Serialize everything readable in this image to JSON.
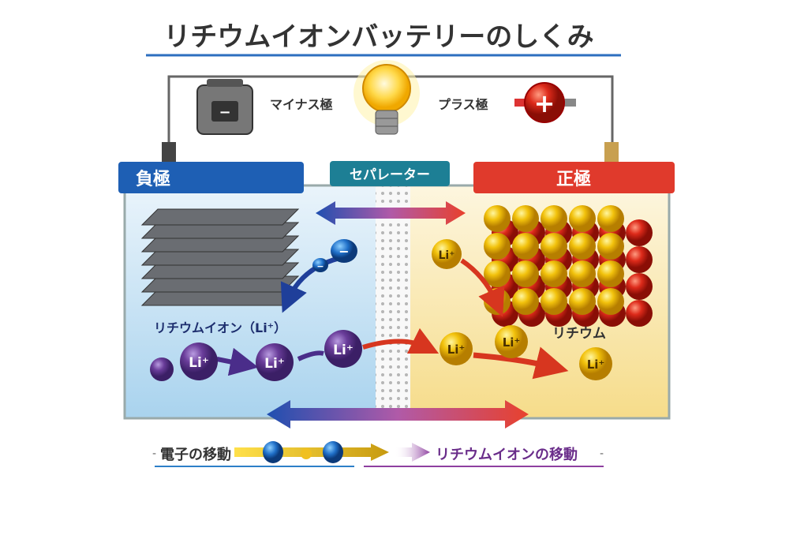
{
  "title": "リチウムイオンバッテリーのしくみ",
  "top": {
    "negative_terminal_label": "マイナス極",
    "positive_terminal_label": "プラス極",
    "minus_sign": "−",
    "plus_sign": "+"
  },
  "headers": {
    "negative": "負極",
    "separator": "セパレーター",
    "positive": "正極"
  },
  "labels": {
    "lithium_ion": "リチウムイオン（Li⁺）",
    "lithium": "リチウム",
    "li": "Li⁺",
    "electron": "−"
  },
  "legend": {
    "electron_movement": "電子の移動",
    "ion_movement": "リチウムイオンの移動"
  },
  "colors": {
    "negative": "#1e5fb4",
    "separator": "#1d7f95",
    "positive": "#e03a2c",
    "ion_purple": "#6a3d9a",
    "li_gold": "#e8b400"
  }
}
